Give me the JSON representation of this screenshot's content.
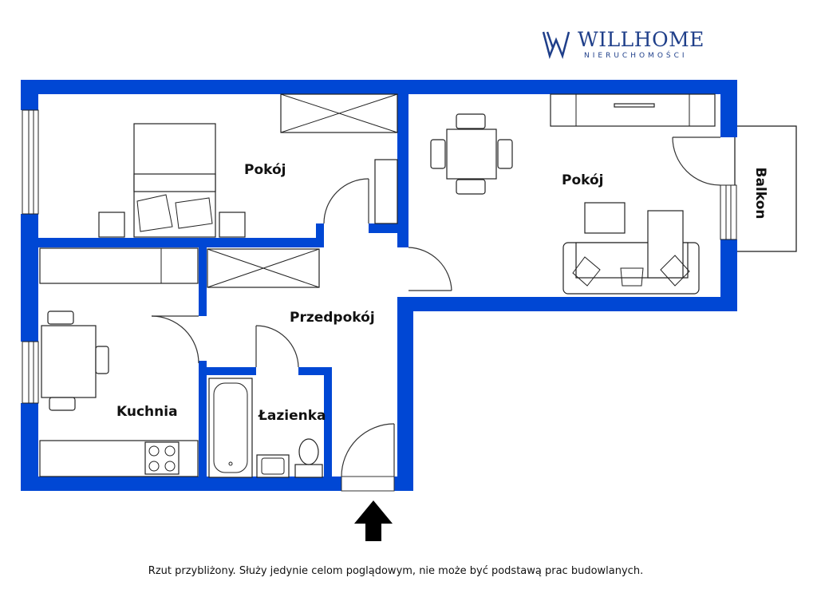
{
  "brand": {
    "name": "WILLHOME",
    "tagline": "NIERUCHOMOŚCI",
    "color": "#1f3f8a"
  },
  "colors": {
    "wall": "#0047d4"
  },
  "rooms": {
    "bedroom": "Pokój",
    "living": "Pokój",
    "hall": "Przedpokój",
    "kitchen": "Kuchnia",
    "bathroom": "Łazienka",
    "balcony": "Balkon"
  },
  "entrance_icon": "arrow-up-icon",
  "disclaimer": "Rzut przybliżony. Służy jedynie celom poglądowym, nie może być podstawą prac budowlanych."
}
